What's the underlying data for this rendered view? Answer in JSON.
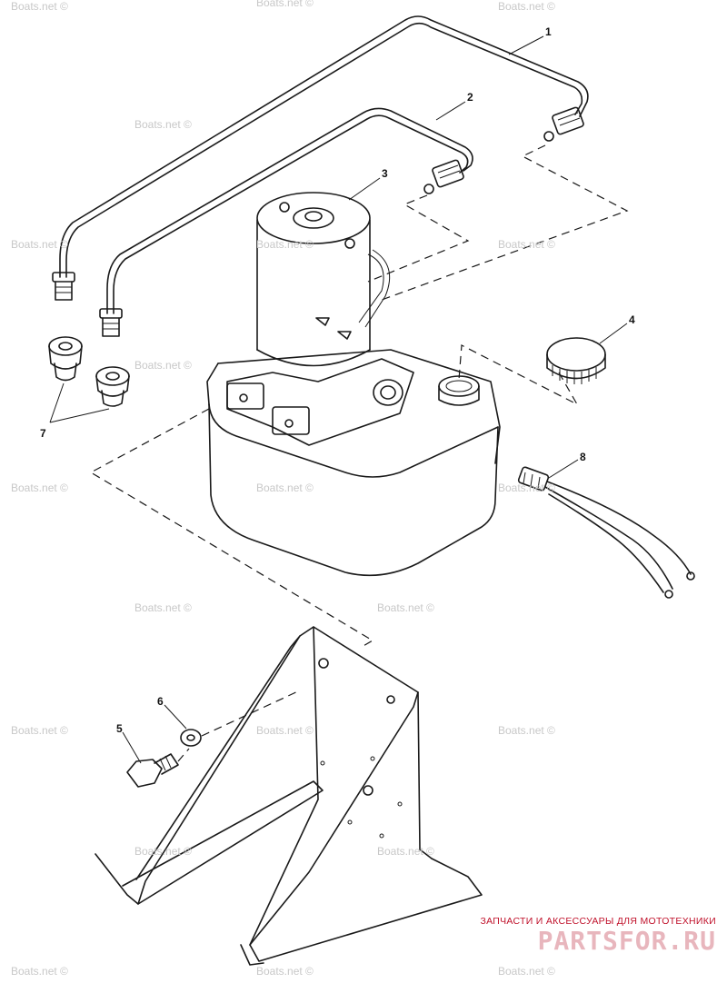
{
  "watermarks": [
    "Boats.net ©",
    "Boats.net ©",
    "Boats.net ©",
    "Boats.net ©",
    "Boats.net ©",
    "Boats.net ©",
    "Boats.net ©",
    "Boats.net ©",
    "Boats.net ©",
    "Boats.net ©",
    "Boats.net ©",
    "Boats.net ©",
    "Boats.net ©",
    "Boats.net ©",
    "Boats.net ©",
    "Boats.net ©",
    "Boats.net ©",
    "Boats.net ©",
    "Boats.net ©",
    "Boats.net ©",
    "Boats.net ©"
  ],
  "callouts": {
    "c1": "1",
    "c2": "2",
    "c3": "3",
    "c4": "4",
    "c5": "5",
    "c6": "6",
    "c7": "7",
    "c8": "8"
  },
  "brand": {
    "tagline": "ЗАПЧАСТИ И АКСЕССУАРЫ ДЛЯ МОТОТЕХНИКИ",
    "logo": "PARTSFOR.RU"
  }
}
